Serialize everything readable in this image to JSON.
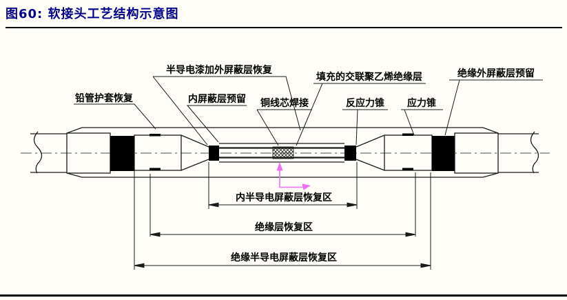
{
  "page": {
    "title": "图60: 软接头工艺结构示意图"
  },
  "diagram": {
    "part_labels": {
      "lead_sheath_restore": "铅管护套恢复",
      "semicon_paint_outer_shield_restore": "半导电漆加外屏蔽层恢复",
      "inner_shield_reserve": "内屏蔽层预留",
      "copper_core_weld": "铜线芯焊接",
      "filled_xlpe_insulation": "填充的交联聚乙烯绝缘层",
      "anti_stress_cone": "反应力锥",
      "stress_cone": "应力锥",
      "insulation_outer_shield_reserve": "绝缘外屏蔽层预留"
    },
    "dimension_labels": {
      "inner_semicon_shield_restore_zone": "内半导电屏蔽层恢复区",
      "insulation_restore_zone": "绝缘层恢复区",
      "insulation_semicon_shield_restore_zone": "绝缘半导电屏蔽层恢复区"
    },
    "colors": {
      "title_text": "#00008B",
      "drawing_line": "#1a1a1a",
      "centerline": "#8a8a8a",
      "highlight_arrow": "#f06ef0"
    }
  }
}
